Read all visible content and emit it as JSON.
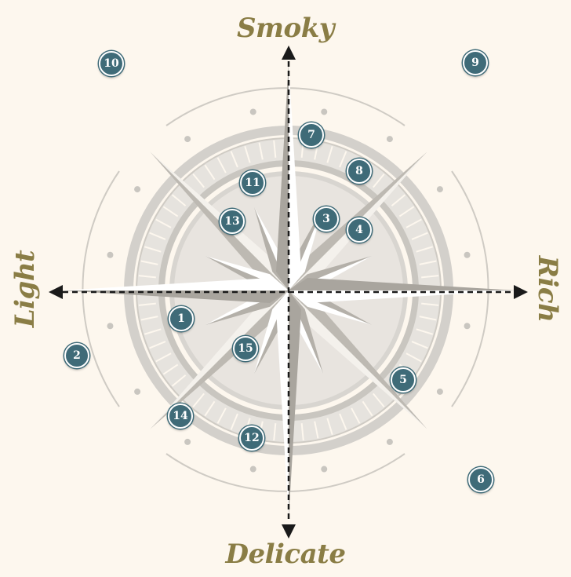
{
  "axes": {
    "top": "Smoky",
    "right": "Rich",
    "bottom": "Delicate",
    "left": "Light"
  },
  "markers": [
    "1",
    "2",
    "3",
    "4",
    "5",
    "6",
    "7",
    "8",
    "9",
    "10",
    "11",
    "12",
    "13",
    "14",
    "15"
  ],
  "colors": {
    "background": "#fdf7ee",
    "label": "#8a7d45",
    "marker": "#3f6b78",
    "compass_ring": "#c9c6c0",
    "compass_fill": "#e8e4df",
    "arrow": "#1a1a1a"
  }
}
